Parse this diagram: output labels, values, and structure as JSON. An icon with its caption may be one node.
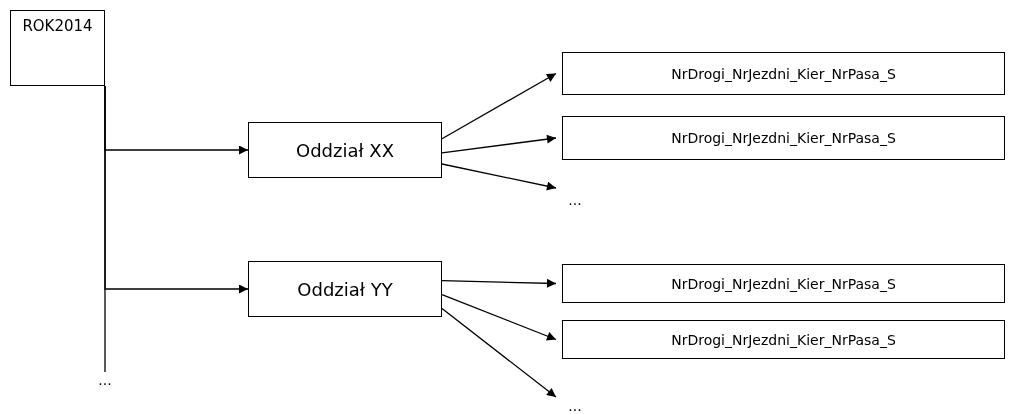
{
  "diagram": {
    "nodes": [
      {
        "text": [
          "ROK2014"
        ]
      },
      {
        "text": [
          "Oddział XX"
        ]
      },
      {
        "text": [
          "NrDrogi_NrJezdni_Kier_NrPasa_S"
        ]
      },
      {
        "text": [
          "NrDrogi_NrJezdni_Kier_NrPasa_S"
        ]
      },
      {
        "text": [
          "..."
        ]
      },
      {
        "text": [
          "Oddział YY"
        ]
      },
      {
        "text": [
          "NrDrogi_NrJezdni_Kier_NrPasa_S"
        ]
      },
      {
        "text": [
          "NrDrogi_NrJezdni_Kier_NrPasa_S"
        ]
      },
      {
        "text": [
          "..."
        ]
      },
      {
        "text": [
          "..."
        ]
      }
    ],
    "edges": [
      {
        "from": 0,
        "to": 1,
        "arrow": "to"
      },
      {
        "from": 0,
        "to": 5,
        "arrow": "to"
      },
      {
        "from": 0,
        "to": 9,
        "arrow": "none"
      },
      {
        "from": 1,
        "to": 2,
        "arrow": "to"
      },
      {
        "from": 1,
        "to": 3,
        "arrow": "to"
      },
      {
        "from": 1,
        "to": 4,
        "arrow": "to"
      },
      {
        "from": 5,
        "to": 6,
        "arrow": "to"
      },
      {
        "from": 5,
        "to": 7,
        "arrow": "to"
      },
      {
        "from": 5,
        "to": 8,
        "arrow": "to"
      }
    ]
  }
}
